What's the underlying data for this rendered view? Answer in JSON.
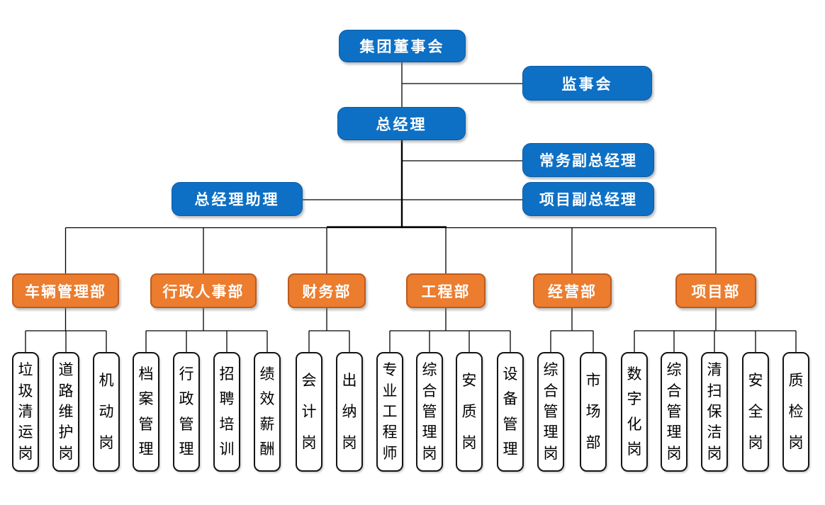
{
  "colors": {
    "executive_fill": "#0D70C5",
    "executive_border": "#0A5BA4",
    "executive_text": "#FFFFFF",
    "department_fill": "#EC7C2E",
    "department_border": "#BE5B1D",
    "department_text": "#FFFFFF",
    "position_fill": "#FFFFFF",
    "position_border": "#141414",
    "position_text": "#000000",
    "connector": "#000000"
  },
  "org": {
    "board": {
      "label": "集团董事会"
    },
    "supervisory": {
      "label": "监事会"
    },
    "gm": {
      "label": "总经理"
    },
    "executive_deputy_gm": {
      "label": "常务副总经理"
    },
    "project_deputy_gm": {
      "label": "项目副总经理"
    },
    "gm_assistant": {
      "label": "总经理助理"
    },
    "departments": [
      {
        "label": "车辆管理部",
        "positions": [
          "垃圾清运岗",
          "道路维护岗",
          "机动岗"
        ]
      },
      {
        "label": "行政人事部",
        "positions": [
          "档案管理",
          "行政管理",
          "招聘培训",
          "绩效薪酬"
        ]
      },
      {
        "label": "财务部",
        "positions": [
          "会计岗",
          "出纳岗"
        ]
      },
      {
        "label": "工程部",
        "positions": [
          "专业工程师",
          "综合管理岗",
          "安质岗",
          "设备管理"
        ]
      },
      {
        "label": "经营部",
        "positions": [
          "综合管理岗",
          "市场部"
        ]
      },
      {
        "label": "项目部",
        "positions": [
          "数字化岗",
          "综合管理岗",
          "清扫保洁岗",
          "安全岗",
          "质检岗"
        ]
      }
    ]
  }
}
